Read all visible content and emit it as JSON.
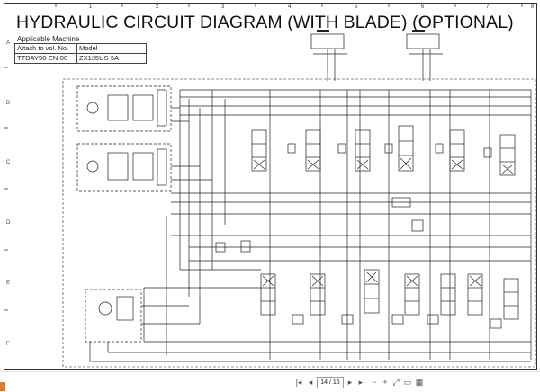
{
  "document": {
    "title": "HYDRAULIC CIRCUIT DIAGRAM (WITH BLADE) (OPTIONAL)",
    "applicable_label": "Applicable Machine",
    "table": {
      "header": [
        "Attach to vol. No.",
        "Model"
      ],
      "row": [
        "TTDAY90-EN-00",
        "ZX135US-5A"
      ]
    },
    "column_numbers": [
      "1",
      "2",
      "3",
      "4",
      "5",
      "6",
      "7",
      "8"
    ],
    "row_letters": [
      "A",
      "B",
      "C",
      "D",
      "E",
      "F"
    ]
  },
  "viewer": {
    "current_page": "14 / 16",
    "total_pages": "16",
    "icons": [
      "first-page-icon",
      "prev-page-icon",
      "next-page-icon",
      "last-page-icon",
      "zoom-out-icon",
      "zoom-in-icon",
      "fit-page-icon",
      "single-page-icon",
      "thumbnails-icon"
    ]
  }
}
